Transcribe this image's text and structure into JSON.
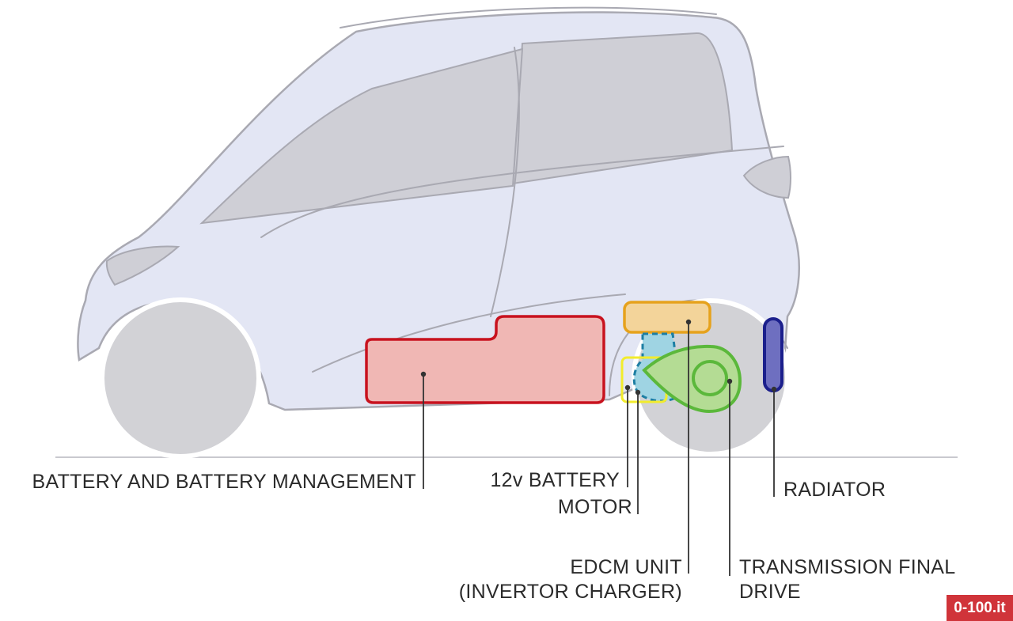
{
  "labels": {
    "battery": "BATTERY AND BATTERY MANAGEMENT",
    "battery12v": "12v BATTERY",
    "motor": "MOTOR",
    "edcm_line1": "EDCM UNIT",
    "edcm_line2": "(INVERTOR CHARGER)",
    "transmission_line1": "TRANSMISSION FINAL",
    "transmission_line2": "DRIVE",
    "radiator": "RADIATOR"
  },
  "watermark": "0-100.it",
  "colors": {
    "body": "#e3e6f4",
    "window": "#cfcfd6",
    "wheel": "#d2d2d6",
    "sketch_line": "#a9a9b2",
    "battery_stroke": "#c8121e",
    "battery_fill": "#f0b7b4",
    "edcm_stroke": "#e6a21c",
    "edcm_fill": "#f3d49a",
    "motor_stroke": "#1d7ea3",
    "motor_fill": "#9fd4e3",
    "battery12v_stroke": "#f2ec2c",
    "transmission_stroke": "#5bb83b",
    "transmission_fill": "#b4dc94",
    "radiator_stroke": "#1b1f8c",
    "radiator_fill": "#6e6fc0",
    "leader": "#333333"
  }
}
